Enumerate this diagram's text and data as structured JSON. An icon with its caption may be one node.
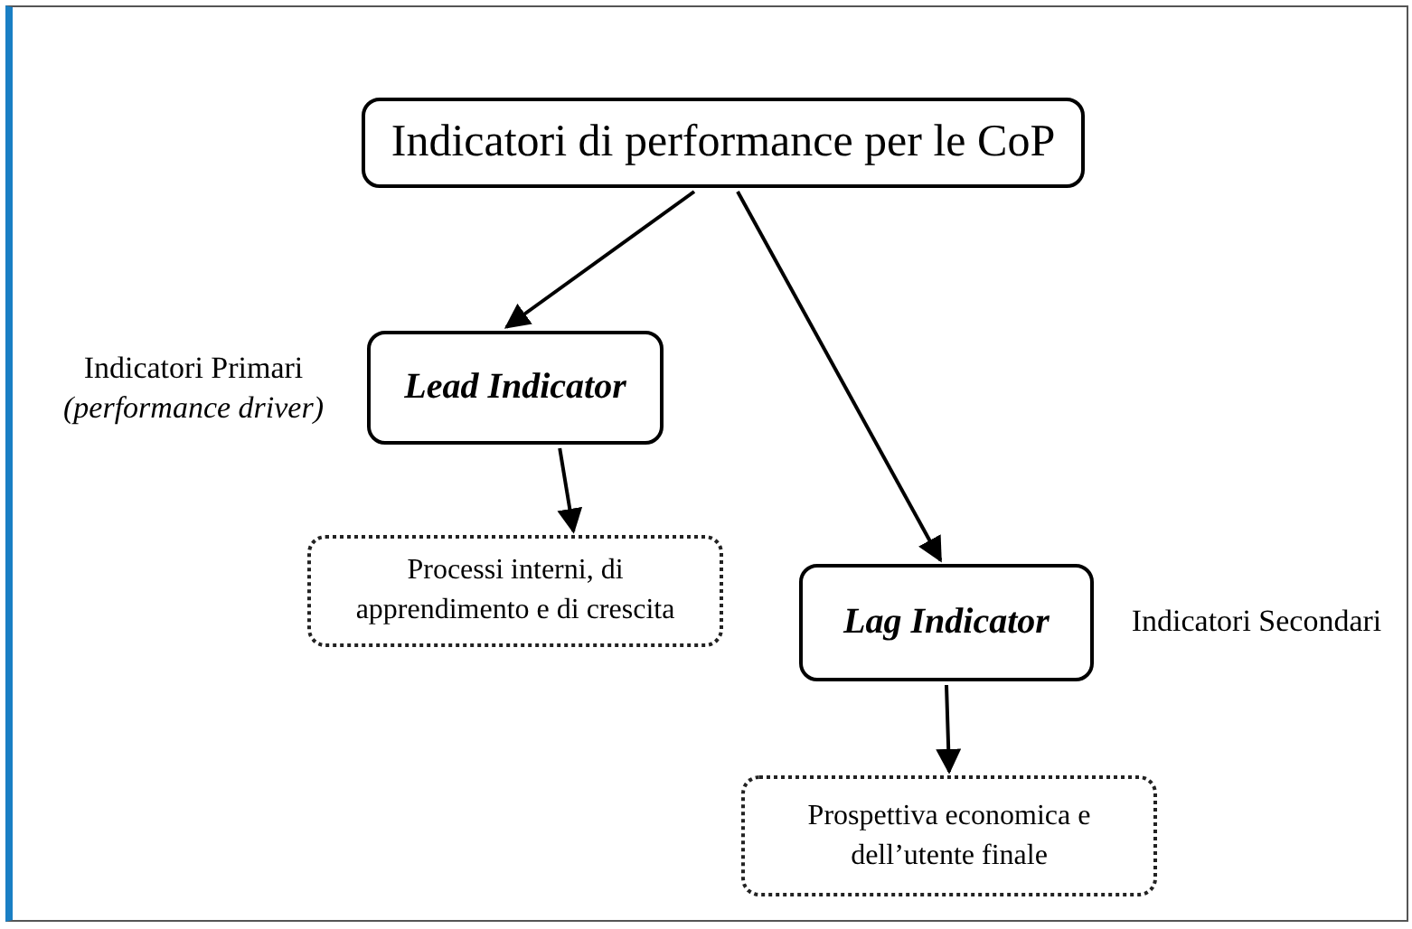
{
  "diagram": {
    "nodes": [
      {
        "text": [
          "Indicatori di performance per le CoP"
        ]
      },
      {
        "text": [
          "Lead Indicator"
        ],
        "beside": [
          "Indicatori Primari",
          "(performance driver)"
        ]
      },
      {
        "text": [
          "Processi interni, di apprendimento e di crescita"
        ]
      },
      {
        "text": [
          "Lag Indicator"
        ],
        "beside": [
          "Indicatori Secondari"
        ]
      },
      {
        "text": [
          "Prospettiva economica e dell’utente finale"
        ]
      }
    ],
    "edges": [
      {
        "from": 0,
        "to": 1,
        "arrow": "to"
      },
      {
        "from": 0,
        "to": 3,
        "arrow": "to"
      },
      {
        "from": 1,
        "to": 2,
        "arrow": "to"
      },
      {
        "from": 3,
        "to": 4,
        "arrow": "to"
      }
    ]
  }
}
